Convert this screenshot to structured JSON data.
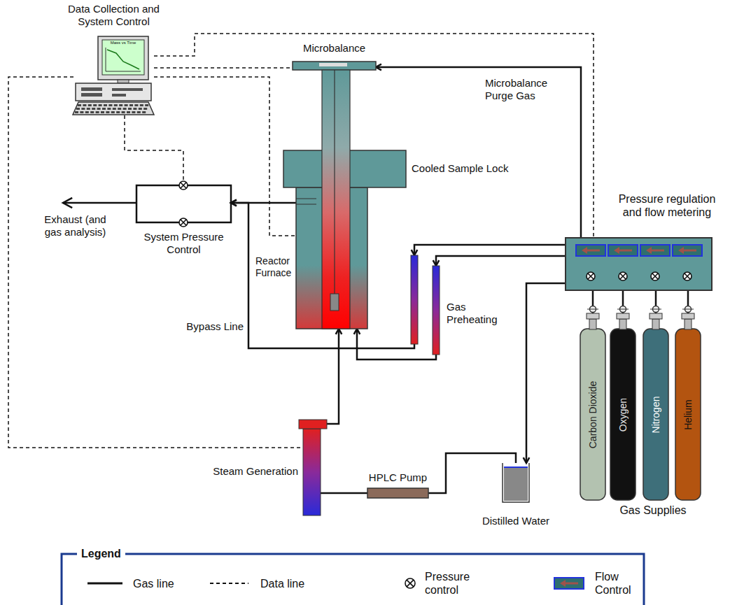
{
  "diagram": {
    "nodes": [
      {
        "text": [
          "Data Collection and System Control"
        ]
      },
      {
        "text": [
          "Microbalance"
        ]
      },
      {
        "text": [
          "Exhaust (and gas analysis)"
        ]
      },
      {
        "text": [
          "System Pressure Control"
        ]
      },
      {
        "text": [
          "Reactor Furnace"
        ]
      },
      {
        "text": [
          "Pressure regulation and flow metering"
        ]
      },
      {
        "text": [
          "Gas Preheating"
        ]
      },
      {
        "text": [
          "Steam Generation"
        ]
      },
      {
        "text": [
          "HPLC Pump"
        ]
      },
      {
        "text": [
          "Distilled Water"
        ]
      },
      {
        "text": [
          "Carbon Dioxide"
        ]
      },
      {
        "text": [
          "Oxygen"
        ]
      },
      {
        "text": [
          "Nitrogen"
        ]
      },
      {
        "text": [
          "Helium"
        ]
      }
    ],
    "edges": [
      {
        "from": 0,
        "to": 1,
        "arrow": "none"
      },
      {
        "from": 0,
        "to": 5,
        "arrow": "none"
      },
      {
        "from": 0,
        "to": 3,
        "arrow": "none"
      },
      {
        "from": 0,
        "to": 4,
        "arrow": "none"
      },
      {
        "from": 0,
        "to": 7,
        "arrow": "none"
      },
      {
        "from": 5,
        "to": 1,
        "arrow": "to"
      },
      {
        "from": 4,
        "to": 3,
        "arrow": "to"
      },
      {
        "from": 3,
        "to": 2,
        "arrow": "to"
      },
      {
        "from": 5,
        "to": 6,
        "arrow": "to"
      },
      {
        "from": 6,
        "to": 4,
        "arrow": "to"
      },
      {
        "from": 6,
        "to": 3,
        "label": "Bypass Line",
        "arrow": "to"
      },
      {
        "from": 5,
        "to": 9,
        "arrow": "to"
      },
      {
        "from": 9,
        "to": 8,
        "arrow": "none"
      },
      {
        "from": 8,
        "to": 7,
        "arrow": "none"
      },
      {
        "from": 7,
        "to": 4,
        "arrow": "to"
      },
      {
        "from": 10,
        "to": 5,
        "arrow": "none"
      },
      {
        "from": 11,
        "to": 5,
        "arrow": "none"
      },
      {
        "from": 12,
        "to": 5,
        "arrow": "none"
      },
      {
        "from": 13,
        "to": 5,
        "arrow": "none"
      }
    ],
    "labels": [
      "Mass vs Time",
      "Microbalance Purge Gas",
      "Cooled Sample Lock",
      "Gas Supplies",
      "Legend"
    ],
    "legend": [
      {
        "text": "Gas line"
      },
      {
        "text": "Data line"
      },
      {
        "text": "Pressure control"
      },
      {
        "text": "Flow Control"
      }
    ]
  }
}
